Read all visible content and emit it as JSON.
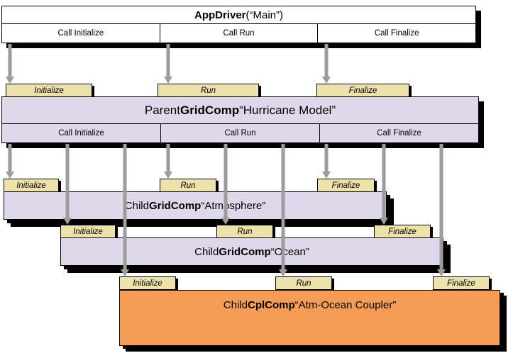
{
  "colors": {
    "tab": "#EDE2AC",
    "comp": "#DED8EA",
    "coupler": "#F69C54",
    "arrow": "#9C9C9C"
  },
  "appdriver": {
    "title_bold": "AppDriver",
    "title_rest": " (“Main”)",
    "calls": [
      "Call Initialize",
      "Call Run",
      "Call Finalize"
    ]
  },
  "parent": {
    "title_prefix": "Parent ",
    "title_type": "GridComp",
    "title_name": " “Hurricane Model”",
    "tabs": [
      "Initialize",
      "Run",
      "Finalize"
    ],
    "calls": [
      "Call Initialize",
      "Call Run",
      "Call Finalize"
    ]
  },
  "children": [
    {
      "title_prefix": "Child ",
      "title_type": "GridComp",
      "title_name": " “Atmosphere”",
      "tabs": [
        "Initialize",
        "Run",
        "Finalize"
      ]
    },
    {
      "title_prefix": "Child ",
      "title_type": "GridComp",
      "title_name": " “Ocean”",
      "tabs": [
        "Initialize",
        "Run",
        "Finalize"
      ]
    },
    {
      "title_prefix": "Child ",
      "title_type": "CplComp",
      "title_name": "“Atm-Ocean Coupler”",
      "tabs": [
        "Initialize",
        "Run",
        "Finalize"
      ]
    }
  ]
}
